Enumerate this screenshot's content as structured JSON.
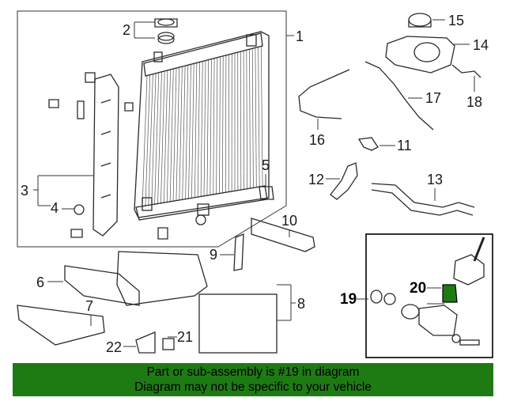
{
  "callouts": [
    {
      "id": "1",
      "text": "1"
    },
    {
      "id": "2",
      "text": "2"
    },
    {
      "id": "3",
      "text": "3"
    },
    {
      "id": "4",
      "text": "4"
    },
    {
      "id": "5",
      "text": "5"
    },
    {
      "id": "6",
      "text": "6"
    },
    {
      "id": "7",
      "text": "7"
    },
    {
      "id": "8",
      "text": "8"
    },
    {
      "id": "9",
      "text": "9"
    },
    {
      "id": "10",
      "text": "10"
    },
    {
      "id": "11",
      "text": "11"
    },
    {
      "id": "12",
      "text": "12"
    },
    {
      "id": "13",
      "text": "13"
    },
    {
      "id": "14",
      "text": "14"
    },
    {
      "id": "15",
      "text": "15"
    },
    {
      "id": "16",
      "text": "16"
    },
    {
      "id": "17",
      "text": "17"
    },
    {
      "id": "18",
      "text": "18"
    },
    {
      "id": "19",
      "text": "19"
    },
    {
      "id": "20",
      "text": "20"
    },
    {
      "id": "21",
      "text": "21"
    },
    {
      "id": "22",
      "text": "22"
    }
  ],
  "banner": {
    "line1": "Part or sub-assembly is #19 in diagram",
    "line2": "Diagram may not be specific to your vehicle",
    "color": "#1e7b14"
  },
  "highlight_color": "#1e7b14"
}
